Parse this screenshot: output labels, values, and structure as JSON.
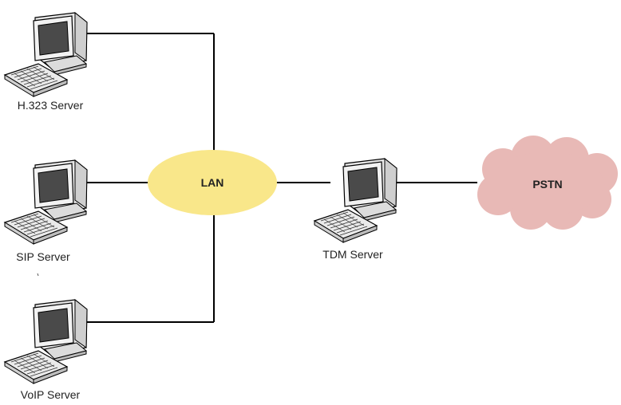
{
  "nodes": {
    "h323_server": {
      "label": "H.323 Server"
    },
    "sip_server": {
      "label": "SIP Server"
    },
    "voip_server": {
      "label": "VoIP Server"
    },
    "tdm_server": {
      "label": "TDM Server"
    },
    "lan": {
      "label": "LAN"
    },
    "pstn": {
      "label": "PSTN"
    }
  },
  "colors": {
    "lan_fill": "#f9e78a",
    "pstn_fill": "#e8b9b6",
    "line": "#000000",
    "computer_body": "#eeeeee",
    "screen": "#4a4a4a"
  },
  "icons": {
    "computer": "desktop-computer-icon"
  }
}
